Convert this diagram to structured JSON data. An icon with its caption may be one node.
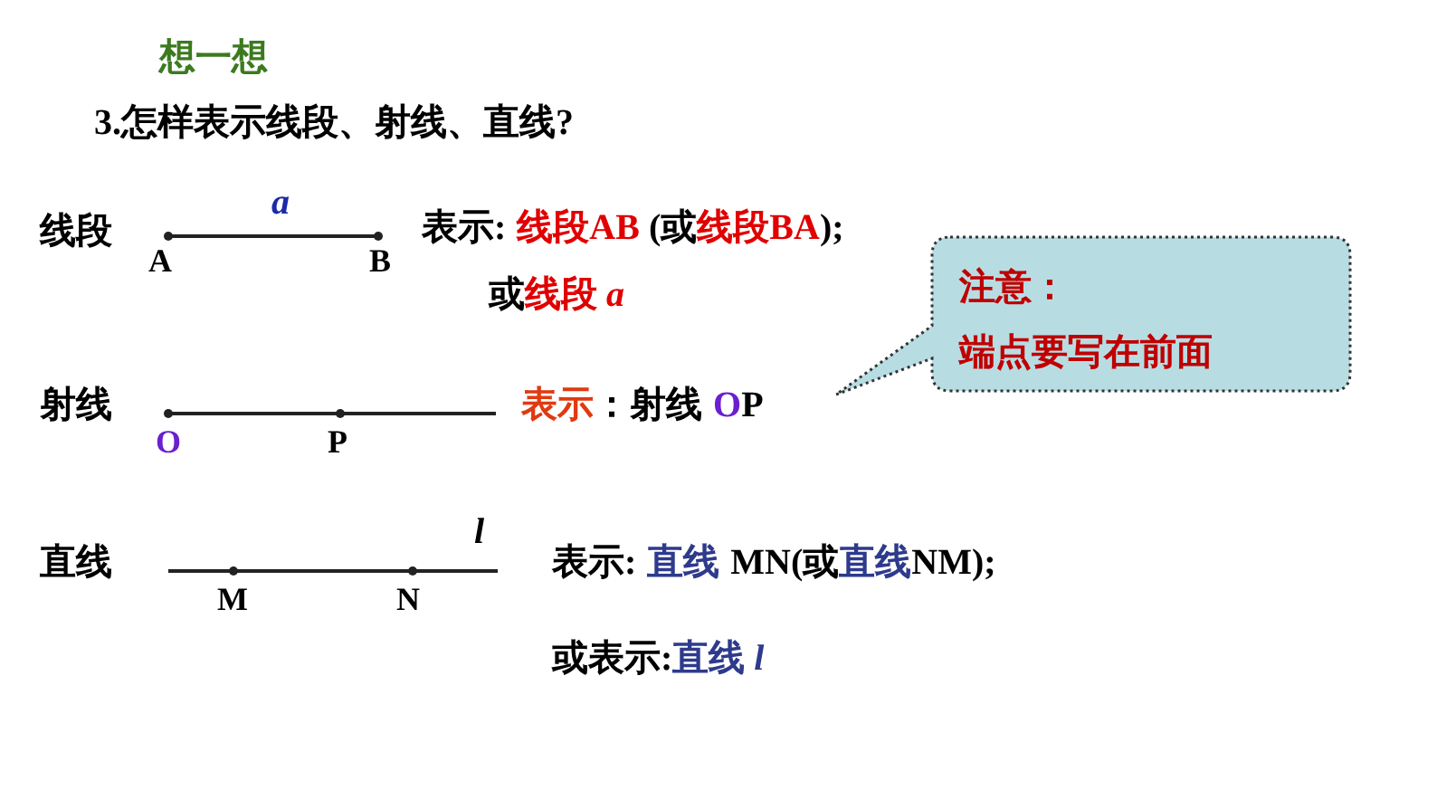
{
  "diagram": {
    "title": "想一想",
    "nodes": [
      {
        "text": [
          "注意：",
          "端点要写在前面"
        ]
      }
    ],
    "labels": [
      "3.怎样表示线段、射线、直线?",
      "线段",
      "a",
      "A",
      "B",
      "表示:",
      "线段AB",
      "(或",
      "线段BA",
      ");",
      "或",
      "线段 *a*",
      "射线",
      "O",
      "P",
      "表示",
      "：射线",
      "O",
      "P",
      "直线",
      "l",
      "M",
      "N",
      "表示:",
      "直线",
      "MN(或",
      "直线",
      "NM);",
      "或表示:",
      "直线 *l*"
    ]
  }
}
